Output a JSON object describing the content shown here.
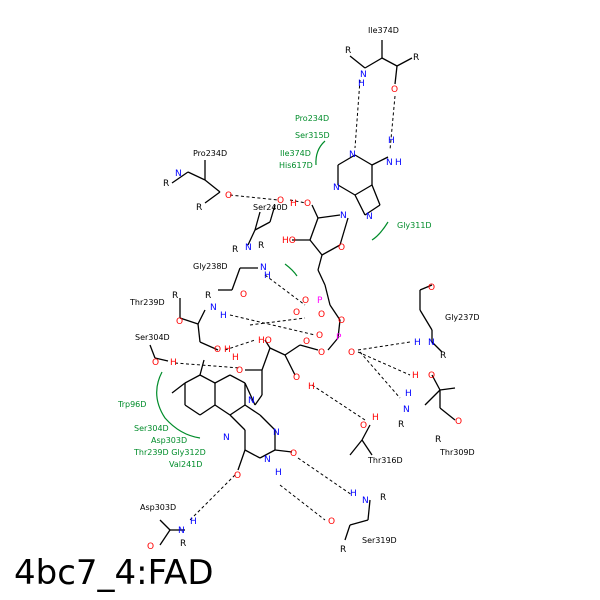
{
  "title": "4bc7_4:FAD",
  "colors": {
    "bond": "#000000",
    "oxygen": "#ff0000",
    "nitrogen": "#0000ff",
    "phosphorus": "#ff00ff",
    "hydrophobic": "#008c2a",
    "hydrogen": "#000000"
  },
  "residues": {
    "ile374_top": "Ile374D",
    "pro234_left": "Pro234D",
    "ser240": "Ser240D",
    "gly238": "Gly238D",
    "thr239": "Thr239D",
    "ser304_left": "Ser304D",
    "gly237": "Gly237D",
    "thr309": "Thr309D",
    "thr316": "Thr316D",
    "ser319": "Ser319D",
    "asp303_bottom": "Asp303D"
  },
  "hydrophobic_residues": {
    "group1": [
      "Pro234D",
      "Ser315D",
      "Ile374D",
      "His617D"
    ],
    "gly311": "Gly311D",
    "trp96": "Trp96D",
    "group2": [
      "Ser304D",
      "Asp303D",
      "Thr239D Gly312D",
      "Val241D"
    ]
  },
  "atoms": {
    "O": "O",
    "N": "N",
    "H": "H",
    "HO": "HO",
    "R": "R",
    "P": "P"
  }
}
